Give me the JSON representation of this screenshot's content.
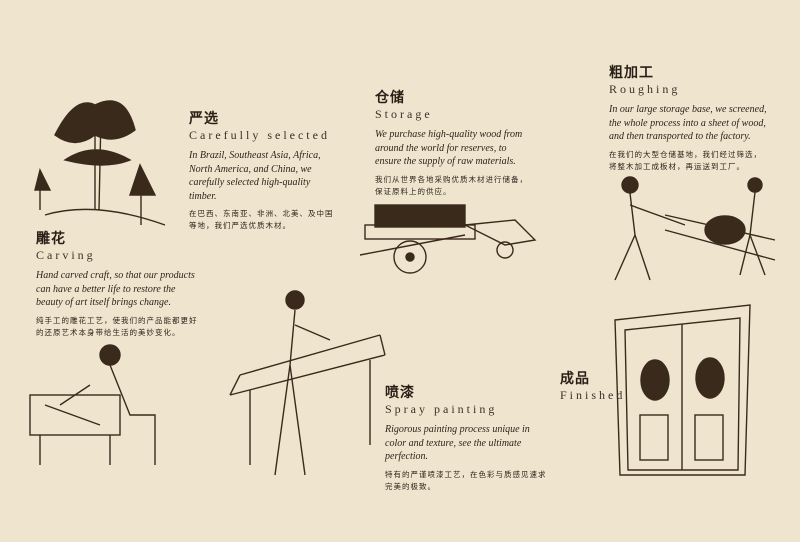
{
  "sections": {
    "selected": {
      "cn": "严选",
      "en": "Carefully selected",
      "body": "In Brazil, Southeast Asia, Africa, North America, and China, we carefully selected high-quality timber.",
      "cn_body": "在巴西、东南亚、非洲、北美、及中国等地，我们严选优质木材。"
    },
    "storage": {
      "cn": "仓储",
      "en": "Storage",
      "body": "We purchase high-quality wood from around the world for reserves, to ensure the supply of raw materials.",
      "cn_body": "我们从世界各地采购优质木材进行储备，保证原料上的供应。"
    },
    "roughing": {
      "cn": "粗加工",
      "en": "Roughing",
      "body": "In our large storage base, we screened, the whole process into a sheet of wood, and then transported to the factory.",
      "cn_body": "在我们的大型仓储基地，我们经过筛选，将整木加工成板材，再运送到工厂。"
    },
    "carving": {
      "cn": "雕花",
      "en": "Carving",
      "body": "Hand carved craft, so that our products can have a better life to restore the beauty of art itself brings change.",
      "cn_body": "纯手工的雕花工艺，使我们的产品能都更好的还原艺术本身带给生活的美妙变化。"
    },
    "spray": {
      "cn": "喷漆",
      "en": "Spray painting",
      "body": "Rigorous painting process unique in color and texture, see the ultimate perfection.",
      "cn_body": "特有的严谨喷漆工艺，在色彩与质感见速求完美的极致。"
    },
    "finished": {
      "cn": "成品",
      "en": "Finished"
    }
  }
}
